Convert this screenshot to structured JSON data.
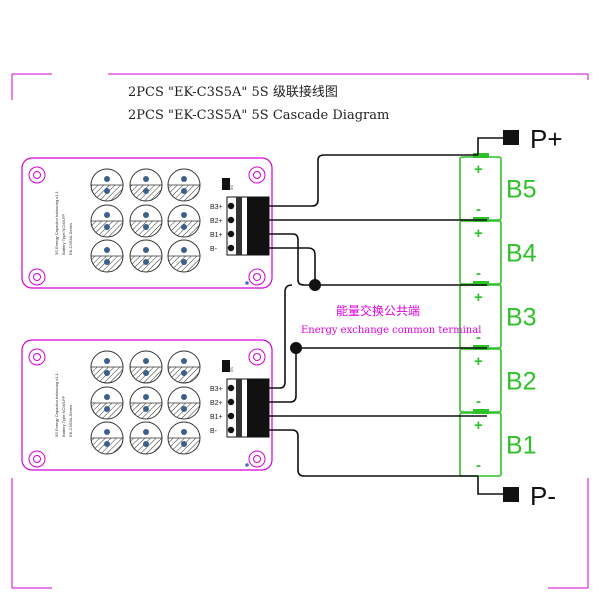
{
  "title": {
    "line1": "2PCS \"EK-C3S5A\"  5S 级联接线图",
    "line2": "2PCS \"EK-C3S5A\"  5S Cascade Diagram"
  },
  "terminals": {
    "positive": "P+",
    "negative": "P-"
  },
  "batteries": [
    {
      "label": "B5",
      "plus": "+",
      "minus": "-"
    },
    {
      "label": "B4",
      "plus": "+",
      "minus": "-"
    },
    {
      "label": "B3",
      "plus": "+",
      "minus": "-"
    },
    {
      "label": "B2",
      "plus": "+",
      "minus": "-"
    },
    {
      "label": "B1",
      "plus": "+",
      "minus": "-"
    }
  ],
  "energy_exchange": {
    "label_cn": "能量交换公共端",
    "label_en": "Energy exchange common terminal"
  },
  "board_top": {
    "connector_pins": [
      "B3+",
      "B2+",
      "B1+",
      "B-"
    ],
    "silk_lines": [
      "3S Energy Capacitor balancing v1.1",
      "Battery Type:NCM/LFP",
      "EK-C3S5A-Series"
    ],
    "mark": "5S"
  },
  "board_bottom": {
    "connector_pins": [
      "B3+",
      "B2+",
      "B1+",
      "B-"
    ],
    "silk_lines": [
      "3S Energy Capacitor balancing v1.1",
      "Battery Type:NCM/LFP",
      "EK-C3S5A-Series"
    ],
    "mark": "5S"
  },
  "colors": {
    "frame": "#d400d4",
    "battery": "#2fc12a",
    "wire": "#111111",
    "label_magenta": "#e000e0"
  }
}
